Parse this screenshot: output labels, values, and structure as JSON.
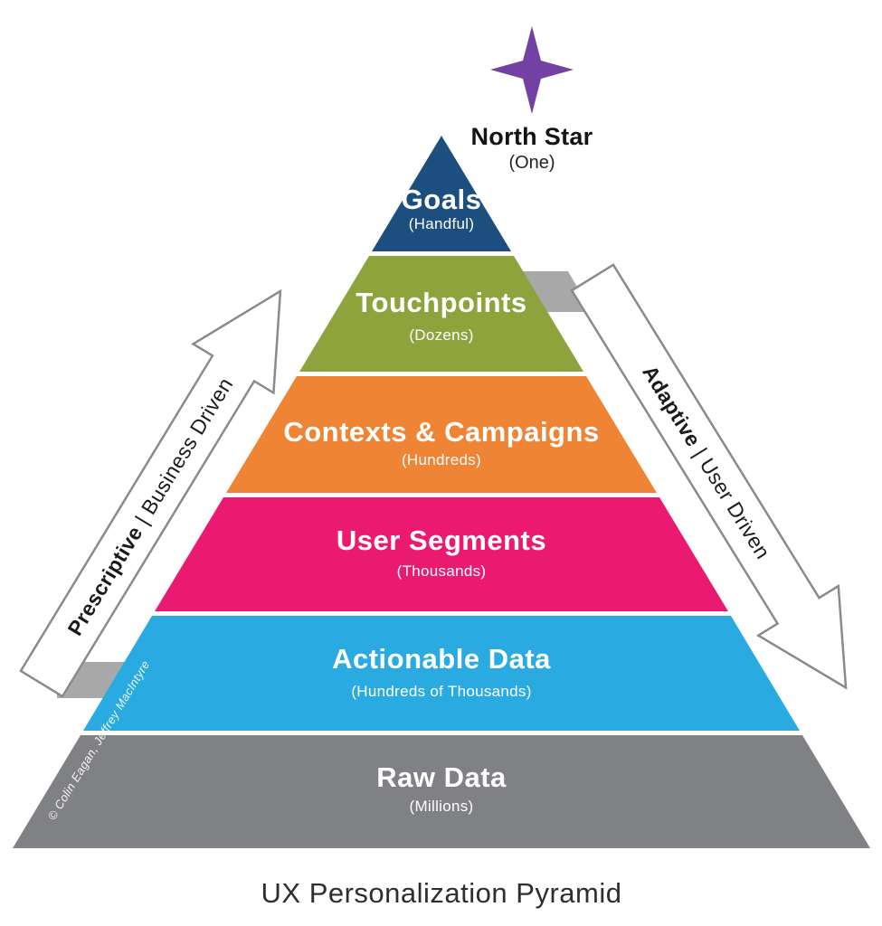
{
  "diagram_title": "UX Personalization Pyramid",
  "north_star": {
    "label": "North Star",
    "count": "(One)",
    "color": "#7340a3"
  },
  "layers": [
    {
      "name": "Goals",
      "count": "(Handful)",
      "color": "#1c4e80"
    },
    {
      "name": "Touchpoints",
      "count": "(Dozens)",
      "color": "#8ea33c"
    },
    {
      "name": "Contexts & Campaigns",
      "count": "(Hundreds)",
      "color": "#ee8434"
    },
    {
      "name": "User Segments",
      "count": "(Thousands)",
      "color": "#ea1a70"
    },
    {
      "name": "Actionable Data",
      "count": "(Hundreds of Thousands)",
      "color": "#29abe2"
    },
    {
      "name": "Raw Data",
      "count": "(Millions)",
      "color": "#808184"
    }
  ],
  "arrows": {
    "left": {
      "emphasis": "Prescriptive",
      "rest": "| Business Driven"
    },
    "right": {
      "emphasis": "Adaptive",
      "rest": "| User Driven"
    }
  },
  "credit": "© Colin Eagan, Jeffrey MacIntyre"
}
